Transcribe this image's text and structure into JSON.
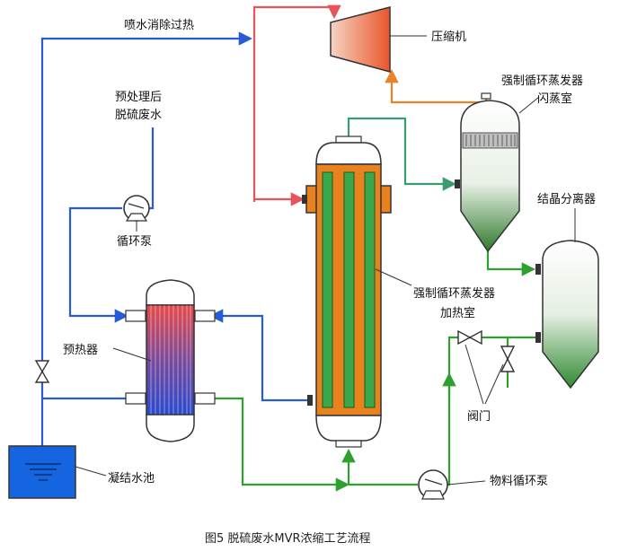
{
  "labels": {
    "spray_water": "喷水消除过热",
    "compressor": "压缩机",
    "pretreated_line1": "预处理后",
    "pretreated_line2": "脱硫废水",
    "flash_line1": "强制循环蒸发器",
    "flash_line2": "闪蒸室",
    "crystal_separator": "结晶分离器",
    "circ_pump": "循环泵",
    "heater_line1": "强制循环蒸发器",
    "heater_line2": "加热室",
    "preheater": "预热器",
    "valve": "阀门",
    "condensate_pool": "凝结水池",
    "material_pump": "物料循环泵"
  },
  "caption": "图5 脱硫废水MVR浓缩工艺流程",
  "colors": {
    "steam_line": "#e8525a",
    "vapor_line": "#e8852a",
    "water_line": "#2a5bd7",
    "green_line": "#2ea02e",
    "teal_line": "#3a9a70",
    "heater_body": "#e8821e",
    "heater_tube": "#3aa84a",
    "pool_fill": "#1565e0"
  }
}
